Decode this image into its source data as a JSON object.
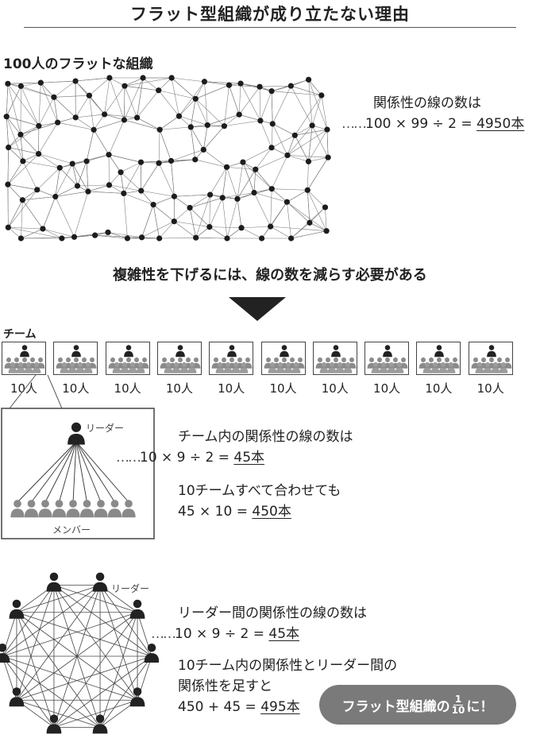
{
  "title": "フラット型組織が成り立たない理由",
  "flat_section": {
    "heading": "100人のフラットな組織",
    "line1": "関係性の線の数は",
    "formula_prefix": "100 × 99 ÷ 2 = ",
    "formula_result": "4950本",
    "dots": "……"
  },
  "message": "複雑性を下げるには、線の数を減らす必要がある",
  "teams": {
    "label": "チーム",
    "count_label": "10人",
    "team_count": 10
  },
  "team_detail": {
    "leader_label": "リーダー",
    "member_label": "メンバー",
    "line1": "チーム内の関係性の線の数は",
    "formula_prefix": "10 × 9 ÷ 2 = ",
    "formula_result": "45本",
    "line3": "10チームすべて合わせても",
    "formula2_prefix": "45 × 10 = ",
    "formula2_result": "450本",
    "dots": "……"
  },
  "leader_network": {
    "leader_label": "リーダー",
    "line1": "リーダー間の関係性の線の数は",
    "formula_prefix": "10 × 9 ÷ 2 = ",
    "formula_result": "45本",
    "line3": "10チーム内の関係性とリーダー間の",
    "line4": "関係性を足すと",
    "formula2_prefix": "450 + 45 = ",
    "formula2_result": "495本",
    "dots": "……"
  },
  "badge": {
    "prefix": "フラット型組織の",
    "frac_num": "1",
    "frac_den": "10",
    "suffix": "に！"
  },
  "colors": {
    "dark": "#222222",
    "member_gray": "#8a8a8a",
    "line_gray": "#666666",
    "badge_gray": "#7a7a7a"
  }
}
